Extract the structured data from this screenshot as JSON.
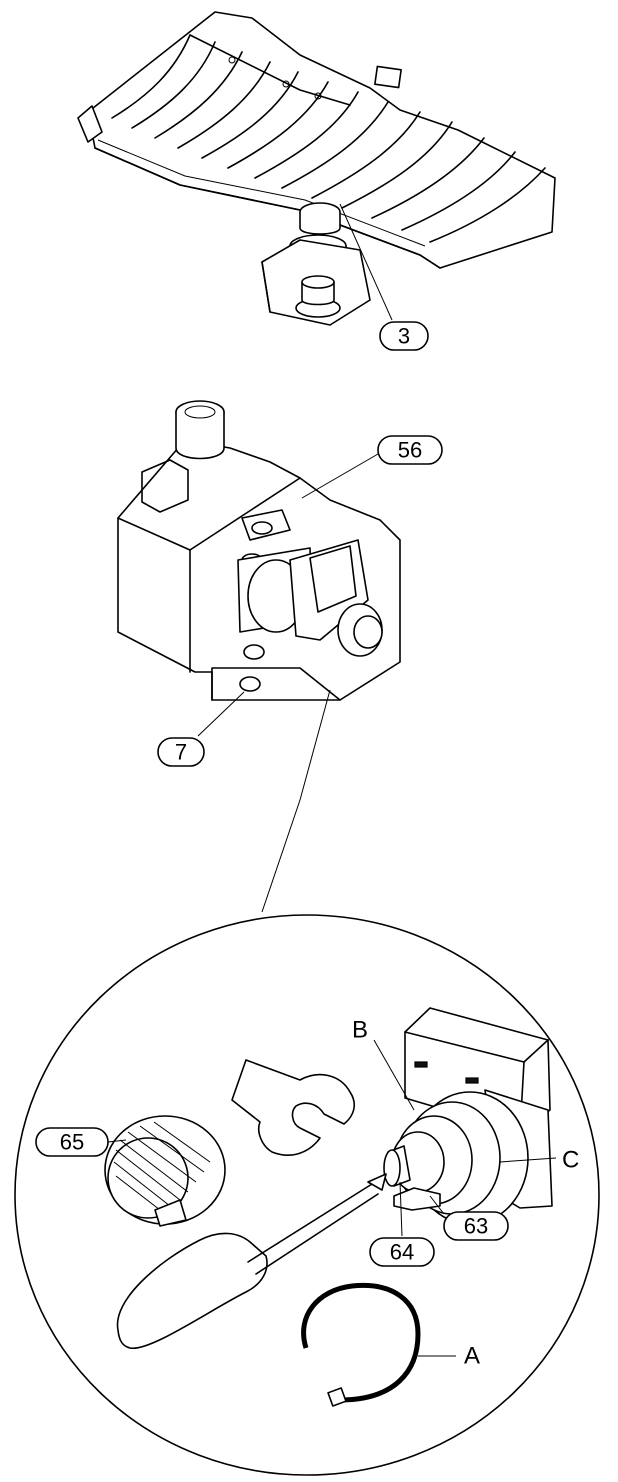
{
  "callouts": [
    {
      "id": "3",
      "label": "3"
    },
    {
      "id": "56",
      "label": "56"
    },
    {
      "id": "7",
      "label": "7"
    },
    {
      "id": "65",
      "label": "65"
    },
    {
      "id": "63",
      "label": "63"
    },
    {
      "id": "64",
      "label": "64"
    }
  ],
  "letters": {
    "a": "A",
    "b": "B",
    "c": "C"
  }
}
